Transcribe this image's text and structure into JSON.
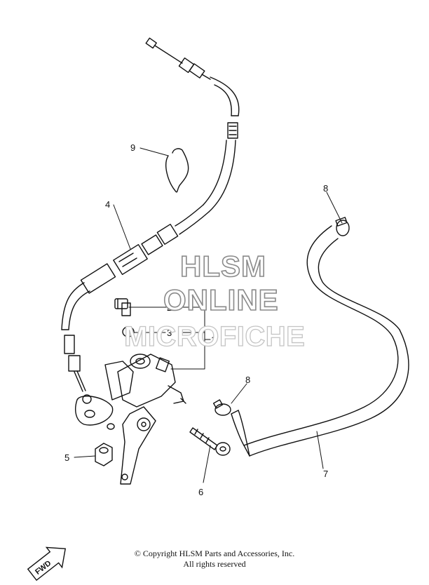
{
  "callouts": {
    "c1": "1",
    "c2": "2",
    "c3": "3",
    "c4": "4",
    "c5": "5",
    "c6": "6",
    "c7": "7",
    "c8a": "8",
    "c8b": "8",
    "c9": "9"
  },
  "watermark": {
    "line1": "HLSM",
    "line2": "ONLINE",
    "line3": "MICROFICHE"
  },
  "footer": {
    "copyright": "© Copyright HLSM Parts and Accessories, Inc.",
    "rights": "All rights reserved"
  },
  "fwd_label": "FWD"
}
